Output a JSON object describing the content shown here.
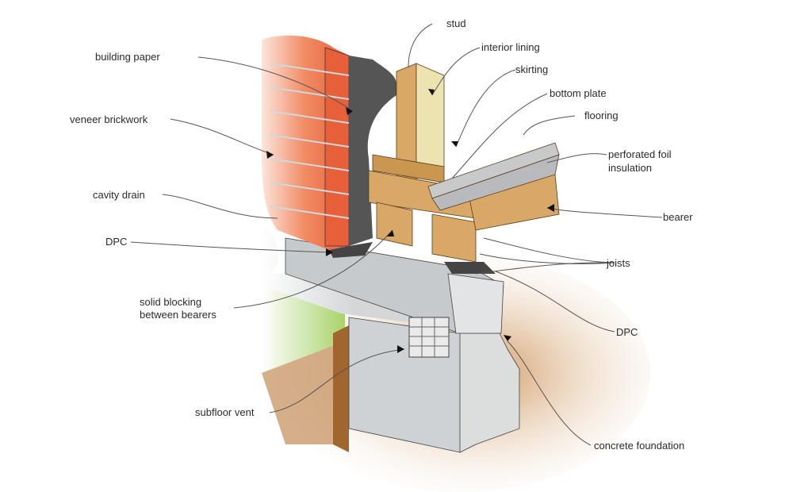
{
  "title": "Timber floor on concrete foundation with veneer brickwork",
  "labels": {
    "stud": "stud",
    "interior_lining": "interior lining",
    "skirting": "skirting",
    "bottom_plate": "bottom plate",
    "flooring": "flooring",
    "perforated_foil_line1": "perforated foil",
    "perforated_foil_line2": "insulation",
    "bearer": "bearer",
    "joists": "joists",
    "dpc_right": "DPC",
    "concrete_foundation": "concrete foundation",
    "building_paper": "building paper",
    "veneer_brickwork": "veneer brickwork",
    "cavity_drain": "cavity drain",
    "dpc_left": "DPC",
    "solid_blocking_line1": "solid blocking",
    "solid_blocking_line2": "between bearers",
    "subfloor_vent": "subfloor vent"
  },
  "colors": {
    "brick": "#e8603a",
    "mortar": "#c9d3d8",
    "building_paper": "#555555",
    "timber": "#d9a866",
    "lining": "#ece3b0",
    "concrete": "#d4d6d8",
    "grass": "#a9d36a",
    "soil": "#b77a3c"
  }
}
